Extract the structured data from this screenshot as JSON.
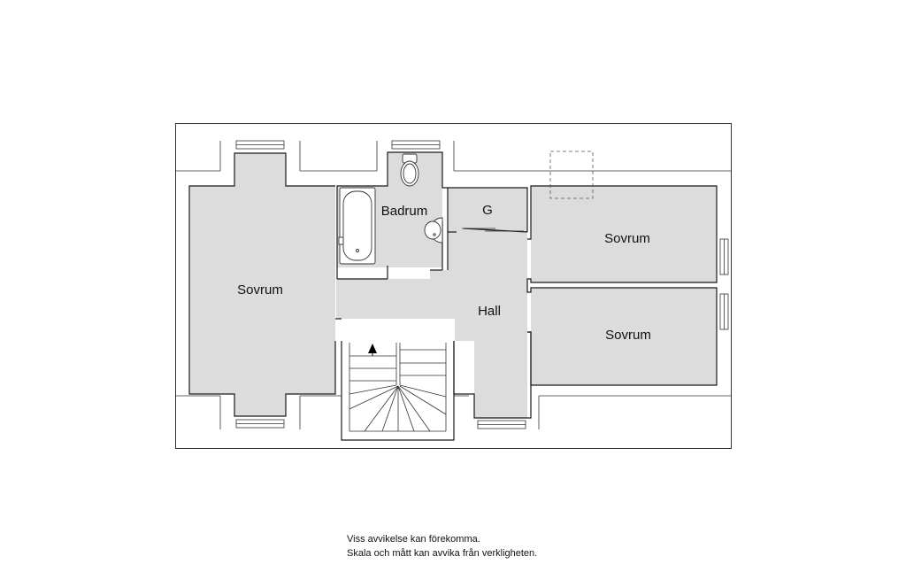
{
  "rooms": {
    "bedroom_left": "Sovrum",
    "bathroom": "Badrum",
    "closet": "G",
    "bedroom_top_right": "Sovrum",
    "hall": "Hall",
    "bedroom_bottom_right": "Sovrum"
  },
  "disclaimer": {
    "line1": "Viss avvikelse kan förekomma.",
    "line2": "Skala och mått kan avvika från verkligheten."
  },
  "colors": {
    "floor": "#dcdcdc",
    "wall": "#1a1a1a",
    "background": "#ffffff"
  }
}
